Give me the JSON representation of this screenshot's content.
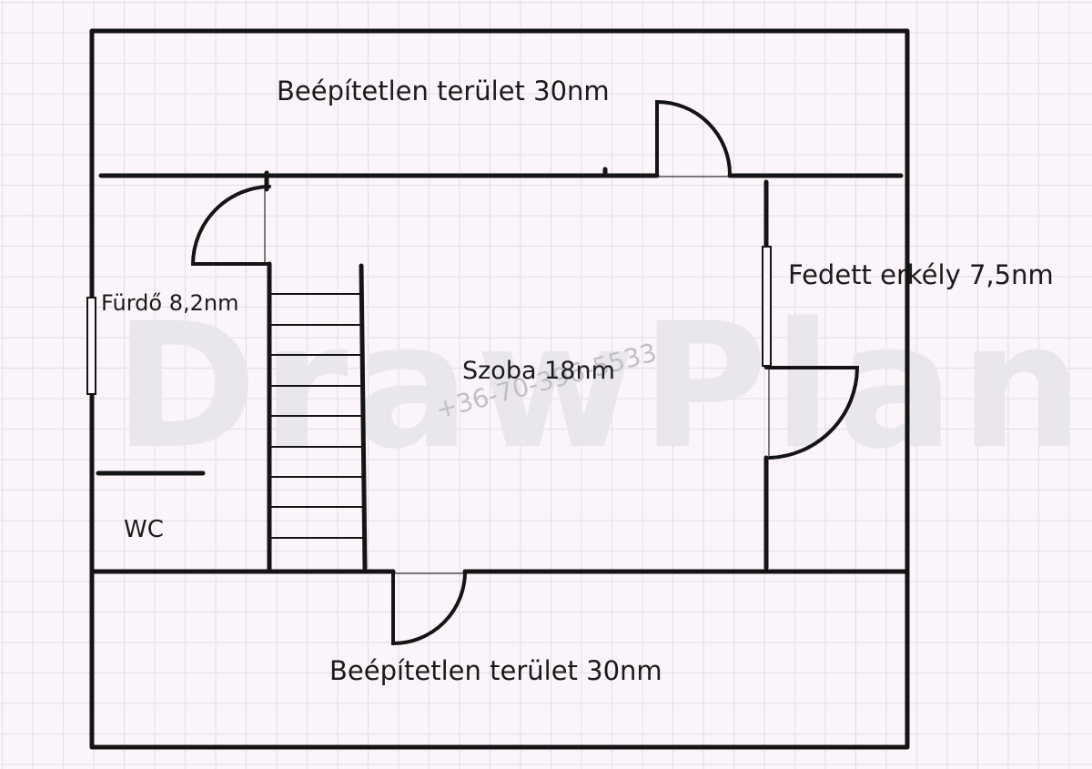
{
  "watermark": {
    "brand": "DrawPlan",
    "phone": "+36-70-396-5533"
  },
  "rooms": {
    "unbuilt_top": "Beépítetlen terület 30nm",
    "unbuilt_bottom": "Beépítetlen terület 30nm",
    "covered_balcony": "Fedett erkély 7,5nm",
    "bathroom": "Fürdő 8,2nm",
    "room": "Szoba 18nm",
    "wc": "WC"
  },
  "colors": {
    "background": "#fbf4fb",
    "grid": "#e4dce6",
    "wall": "#141414",
    "text": "#1a1a1a"
  }
}
